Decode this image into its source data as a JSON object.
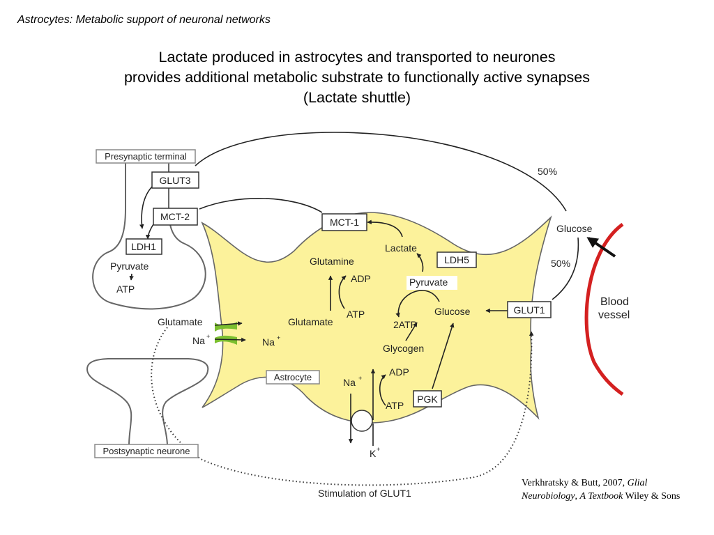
{
  "slide": {
    "topic": "Astrocytes: Metabolic support of neuronal networks",
    "headline_lines": [
      "Lactate produced in astrocytes and transported to neurones",
      "provides additional metabolic substrate to functionally active synapses",
      "(Lactate shuttle)"
    ]
  },
  "diagram": {
    "boxed_labels": {
      "presynaptic": "Presynaptic terminal",
      "glut3": "GLUT3",
      "mct2": "MCT-2",
      "ldh1": "LDH1",
      "mct1": "MCT-1",
      "ldh5": "LDH5",
      "glut1": "GLUT1",
      "astrocyte": "Astrocyte",
      "pgk": "PGK",
      "postsynaptic": "Postsynaptic neurone"
    },
    "labels": {
      "pyruvate_neuron": "Pyruvate",
      "atp_neuron": "ATP",
      "glutamine": "Glutamine",
      "adp_upper": "ADP",
      "atp_upper": "ATP",
      "glutamate_astro": "Glutamate",
      "lactate": "Lactate",
      "pyruvate_astro": "Pyruvate",
      "glucose_astro": "Glucose",
      "two_atp": "2ATP",
      "glycogen": "Glycogen",
      "adp_lower": "ADP",
      "atp_lower": "ATP",
      "na_lower": "Na",
      "k_ion": "K",
      "glutamate_syn": "Glutamate",
      "na_syn": "Na",
      "na_astro": "Na",
      "glucose_blood": "Glucose",
      "pct_top": "50%",
      "pct_right": "50%",
      "blood_vessel_1": "Blood",
      "blood_vessel_2": "vessel",
      "stimulation": "Stimulation of GLUT1",
      "plus": "+"
    },
    "colors": {
      "astrocyte_fill": "#fcf29b",
      "outline": "#555555",
      "vessel": "#d42020",
      "transporter": "#7bbf2f"
    }
  },
  "citation": {
    "authors": "Verkhratsky & Butt, 2007,",
    "book": "Glial Neurobiology",
    "sep": ",",
    "subtitle": "A Textbook",
    "publisher": "Wiley & Sons"
  }
}
